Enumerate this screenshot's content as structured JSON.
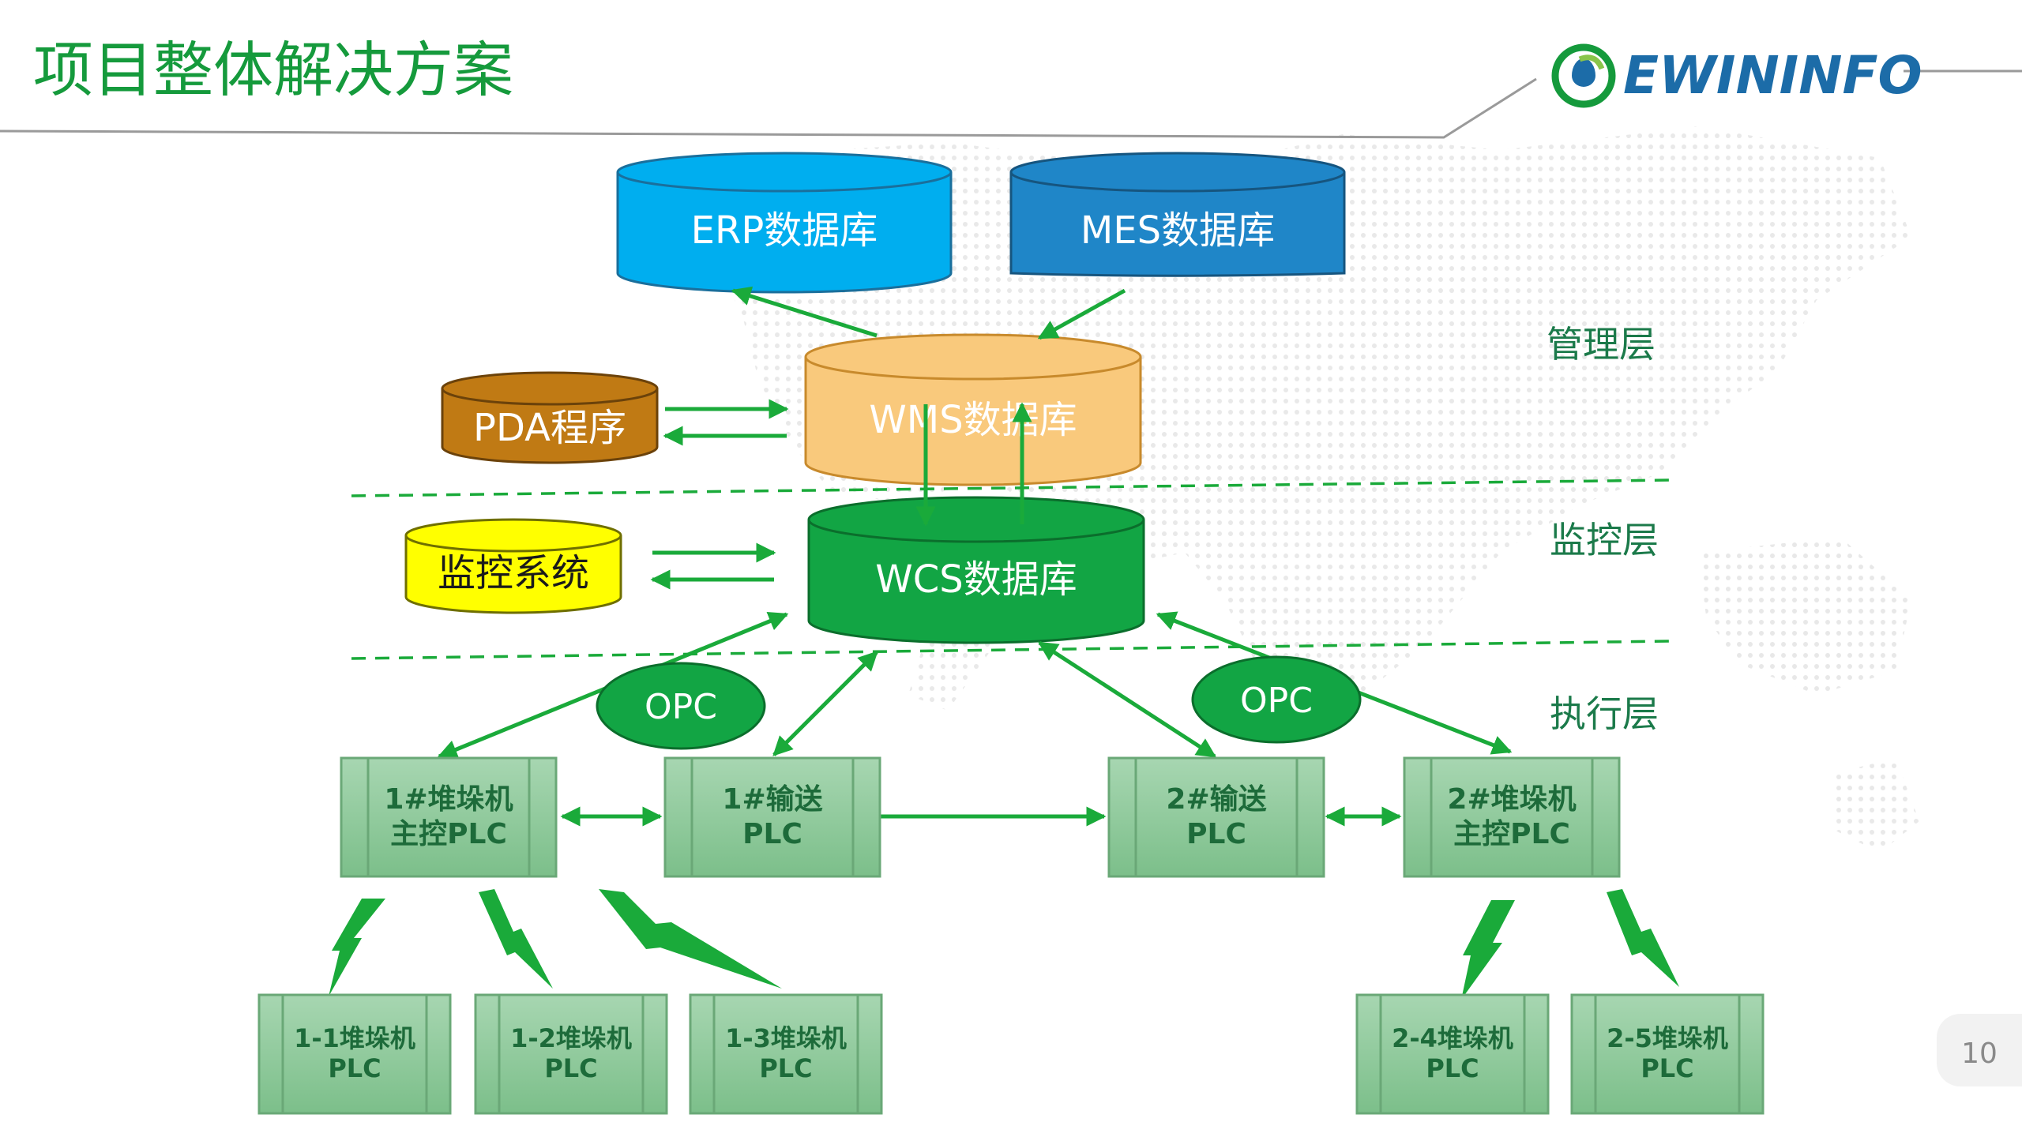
{
  "header": {
    "title": "项目整体解决方案",
    "logo_text": "EWININFO"
  },
  "layers": {
    "management": "管理层",
    "monitoring": "监控层",
    "execution": "执行层"
  },
  "databases": {
    "erp": "ERP数据库",
    "mes": "MES数据库",
    "wms": "WMS数据库",
    "pda": "PDA程序",
    "monitor": "监控系统",
    "wcs": "WCS数据库"
  },
  "opc": {
    "left": "OPC",
    "right": "OPC"
  },
  "plcs": {
    "stacker1_main": [
      "1#堆垛机",
      "主控PLC"
    ],
    "conveyor1": [
      "1#输送",
      "PLC"
    ],
    "conveyor2": [
      "2#输送",
      "PLC"
    ],
    "stacker2_main": [
      "2#堆垛机",
      "主控PLC"
    ]
  },
  "sub_plcs": {
    "s1_1": [
      "1-1堆垛机",
      "PLC"
    ],
    "s1_2": [
      "1-2堆垛机",
      "PLC"
    ],
    "s1_3": [
      "1-3堆垛机",
      "PLC"
    ],
    "s2_4": [
      "2-4堆垛机",
      "PLC"
    ],
    "s2_5": [
      "2-5堆垛机",
      "PLC"
    ]
  },
  "page_number": "10",
  "colors": {
    "title_green": "#159a3c",
    "erp_blue": "#00aeef",
    "mes_blue": "#1f86c8",
    "wms_orange": "#f9c97c",
    "pda_brown": "#c07a14",
    "monitor_yellow": "#ffff00",
    "wcs_green": "#12a544",
    "opc_green": "#12a544",
    "plc_green": "#8cc79a",
    "arrow_green": "#1aaa3a"
  }
}
